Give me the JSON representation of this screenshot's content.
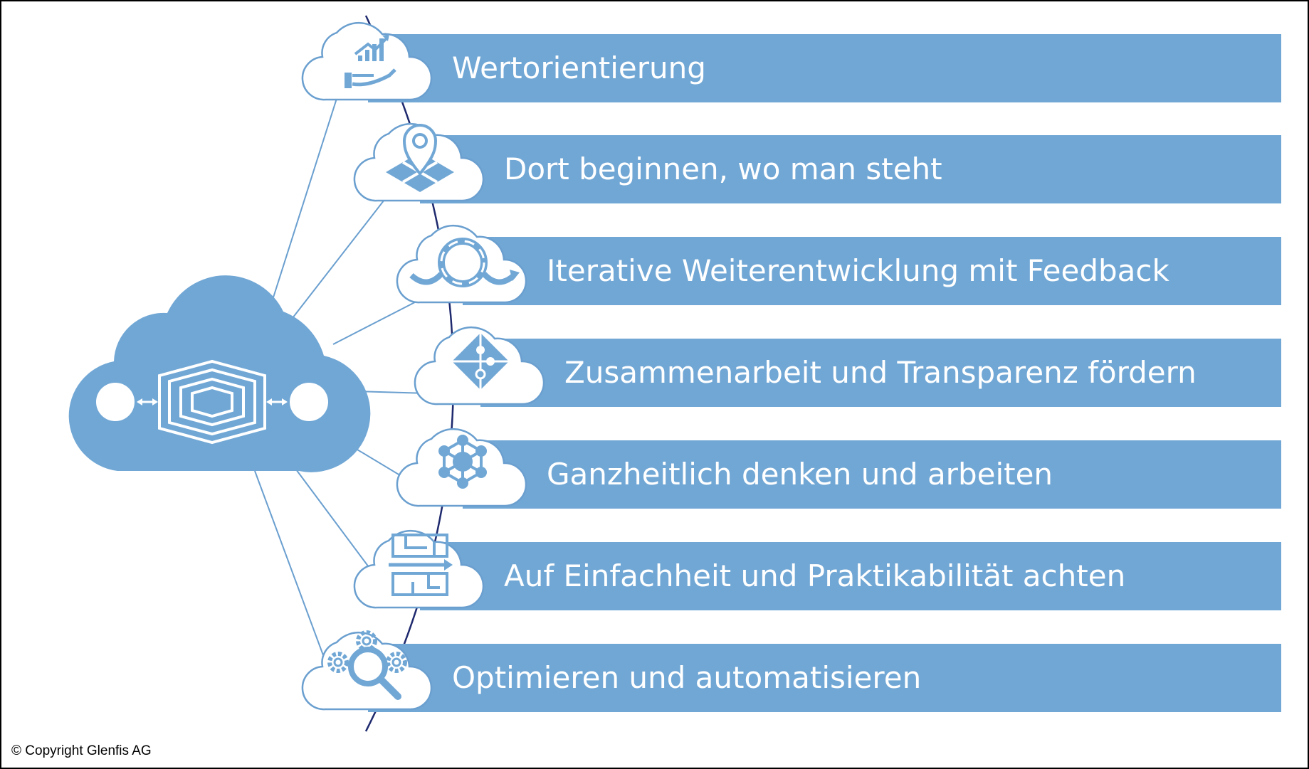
{
  "colors": {
    "accent": "#71a7d5",
    "stroke": "#6a9fcf",
    "text_on_bar": "#ffffff",
    "background": "#ffffff",
    "arc": "#1f2a6e"
  },
  "hub": {
    "icon": "hexagon-connector-icon"
  },
  "principles": [
    {
      "label": "Wertorientierung",
      "icon": "value-growth-hand-icon"
    },
    {
      "label": "Dort beginnen, wo man steht",
      "icon": "location-pin-map-icon"
    },
    {
      "label": "Iterative Weiterentwicklung mit Feedback",
      "icon": "iteration-cycle-icon"
    },
    {
      "label": "Zusammenarbeit und Transparenz fördern",
      "icon": "puzzle-icon"
    },
    {
      "label": "Ganzheitlich denken und arbeiten",
      "icon": "network-hub-icon"
    },
    {
      "label": "Auf Einfachheit und Praktikabilität achten",
      "icon": "maze-icon"
    },
    {
      "label": "Optimieren und automatisieren",
      "icon": "gears-magnifier-icon"
    }
  ],
  "footer": {
    "copyright": "© Copyright Glenfis AG"
  }
}
